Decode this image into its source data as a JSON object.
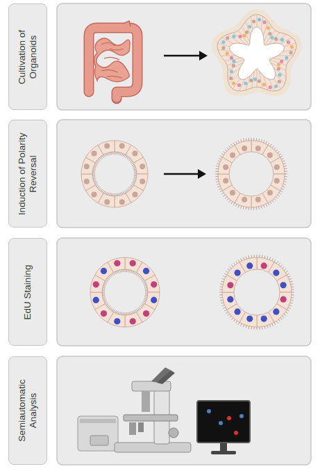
{
  "diagram": {
    "nodes": [
      {
        "text": [
          "Cultivation of Organoids"
        ]
      },
      {
        "text": [
          "Induction of Polarity Reversal"
        ]
      },
      {
        "text": [
          "EdU Staining"
        ]
      },
      {
        "text": [
          "Semiautomatic Analysis"
        ]
      }
    ]
  }
}
